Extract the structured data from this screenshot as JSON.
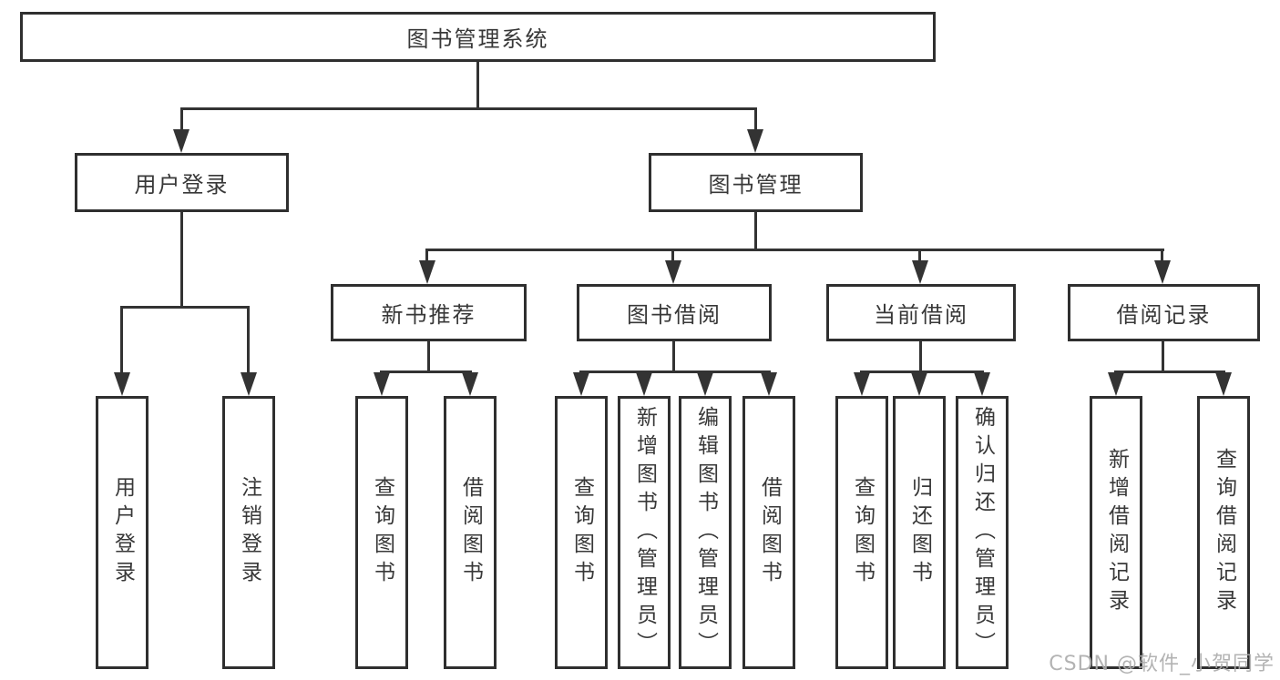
{
  "tree": {
    "root": {
      "label": "图书管理系统"
    },
    "l2": [
      {
        "label": "用户登录",
        "children": [
          {
            "label": "用户登录"
          },
          {
            "label": "注销登录"
          }
        ]
      },
      {
        "label": "图书管理",
        "children": [
          {
            "label": "新书推荐",
            "children": [
              {
                "label": "查询图书"
              },
              {
                "label": "借阅图书"
              }
            ]
          },
          {
            "label": "图书借阅",
            "children": [
              {
                "label": "查询图书"
              },
              {
                "label": "新增图书（管理员）"
              },
              {
                "label": "编辑图书（管理员）"
              },
              {
                "label": "借阅图书"
              }
            ]
          },
          {
            "label": "当前借阅",
            "children": [
              {
                "label": "查询图书"
              },
              {
                "label": "归还图书"
              },
              {
                "label": "确认归还（管理员）"
              }
            ]
          },
          {
            "label": "借阅记录",
            "children": [
              {
                "label": "新增借阅记录"
              },
              {
                "label": "查询借阅记录"
              }
            ]
          }
        ]
      }
    ]
  },
  "watermark": {
    "text": "CSDN @软件_小贺同学"
  },
  "colors": {
    "line": "#333333",
    "box_border": "#2f2f2f",
    "text": "#383838",
    "watermark": "#acacac",
    "background": "#ffffff"
  }
}
